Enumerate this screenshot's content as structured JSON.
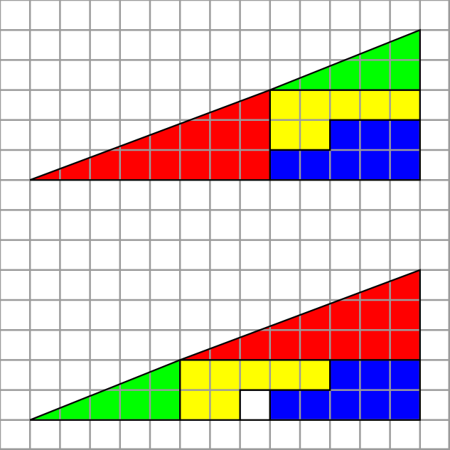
{
  "grid": {
    "columns": 15,
    "rows": 15,
    "line_color": "#9b9b9b",
    "background": "#ffffff"
  },
  "colors": {
    "red": "#ff0000",
    "green": "#00ff00",
    "yellow": "#ffff00",
    "blue": "#0000ff",
    "white": "#ffffff",
    "outline": "#000000"
  },
  "figures": [
    {
      "name": "top-triangle",
      "pieces": [
        {
          "name": "red-triangle",
          "color": "red",
          "shape": "triangle",
          "points": [
            [
              1,
              6
            ],
            [
              9,
              6
            ],
            [
              9,
              3
            ]
          ]
        },
        {
          "name": "green-triangle",
          "color": "green",
          "shape": "triangle",
          "points": [
            [
              9,
              3
            ],
            [
              14,
              3
            ],
            [
              14,
              1
            ]
          ]
        },
        {
          "name": "yellow-l-piece",
          "color": "yellow",
          "shape": "polygon",
          "points": [
            [
              9,
              3
            ],
            [
              14,
              3
            ],
            [
              14,
              4
            ],
            [
              11,
              4
            ],
            [
              11,
              5
            ],
            [
              9,
              5
            ]
          ]
        },
        {
          "name": "blue-l-piece",
          "color": "blue",
          "shape": "polygon",
          "points": [
            [
              11,
              4
            ],
            [
              14,
              4
            ],
            [
              14,
              6
            ],
            [
              9,
              6
            ],
            [
              9,
              5
            ],
            [
              11,
              5
            ]
          ]
        }
      ]
    },
    {
      "name": "bottom-triangle",
      "pieces": [
        {
          "name": "green-triangle",
          "color": "green",
          "shape": "triangle",
          "points": [
            [
              1,
              14
            ],
            [
              6,
              14
            ],
            [
              6,
              12
            ]
          ]
        },
        {
          "name": "red-triangle",
          "color": "red",
          "shape": "triangle",
          "points": [
            [
              6,
              12
            ],
            [
              14,
              12
            ],
            [
              14,
              9
            ]
          ]
        },
        {
          "name": "yellow-l-piece",
          "color": "yellow",
          "shape": "polygon",
          "points": [
            [
              6,
              12
            ],
            [
              11,
              12
            ],
            [
              11,
              13
            ],
            [
              8,
              13
            ],
            [
              8,
              14
            ],
            [
              6,
              14
            ]
          ]
        },
        {
          "name": "blue-l-piece",
          "color": "blue",
          "shape": "polygon",
          "points": [
            [
              11,
              12
            ],
            [
              14,
              12
            ],
            [
              14,
              14
            ],
            [
              9,
              14
            ],
            [
              9,
              13
            ],
            [
              11,
              13
            ]
          ]
        },
        {
          "name": "missing-square",
          "color": "white",
          "shape": "square",
          "points": [
            [
              8,
              13
            ],
            [
              9,
              13
            ],
            [
              9,
              14
            ],
            [
              8,
              14
            ]
          ]
        }
      ]
    }
  ]
}
